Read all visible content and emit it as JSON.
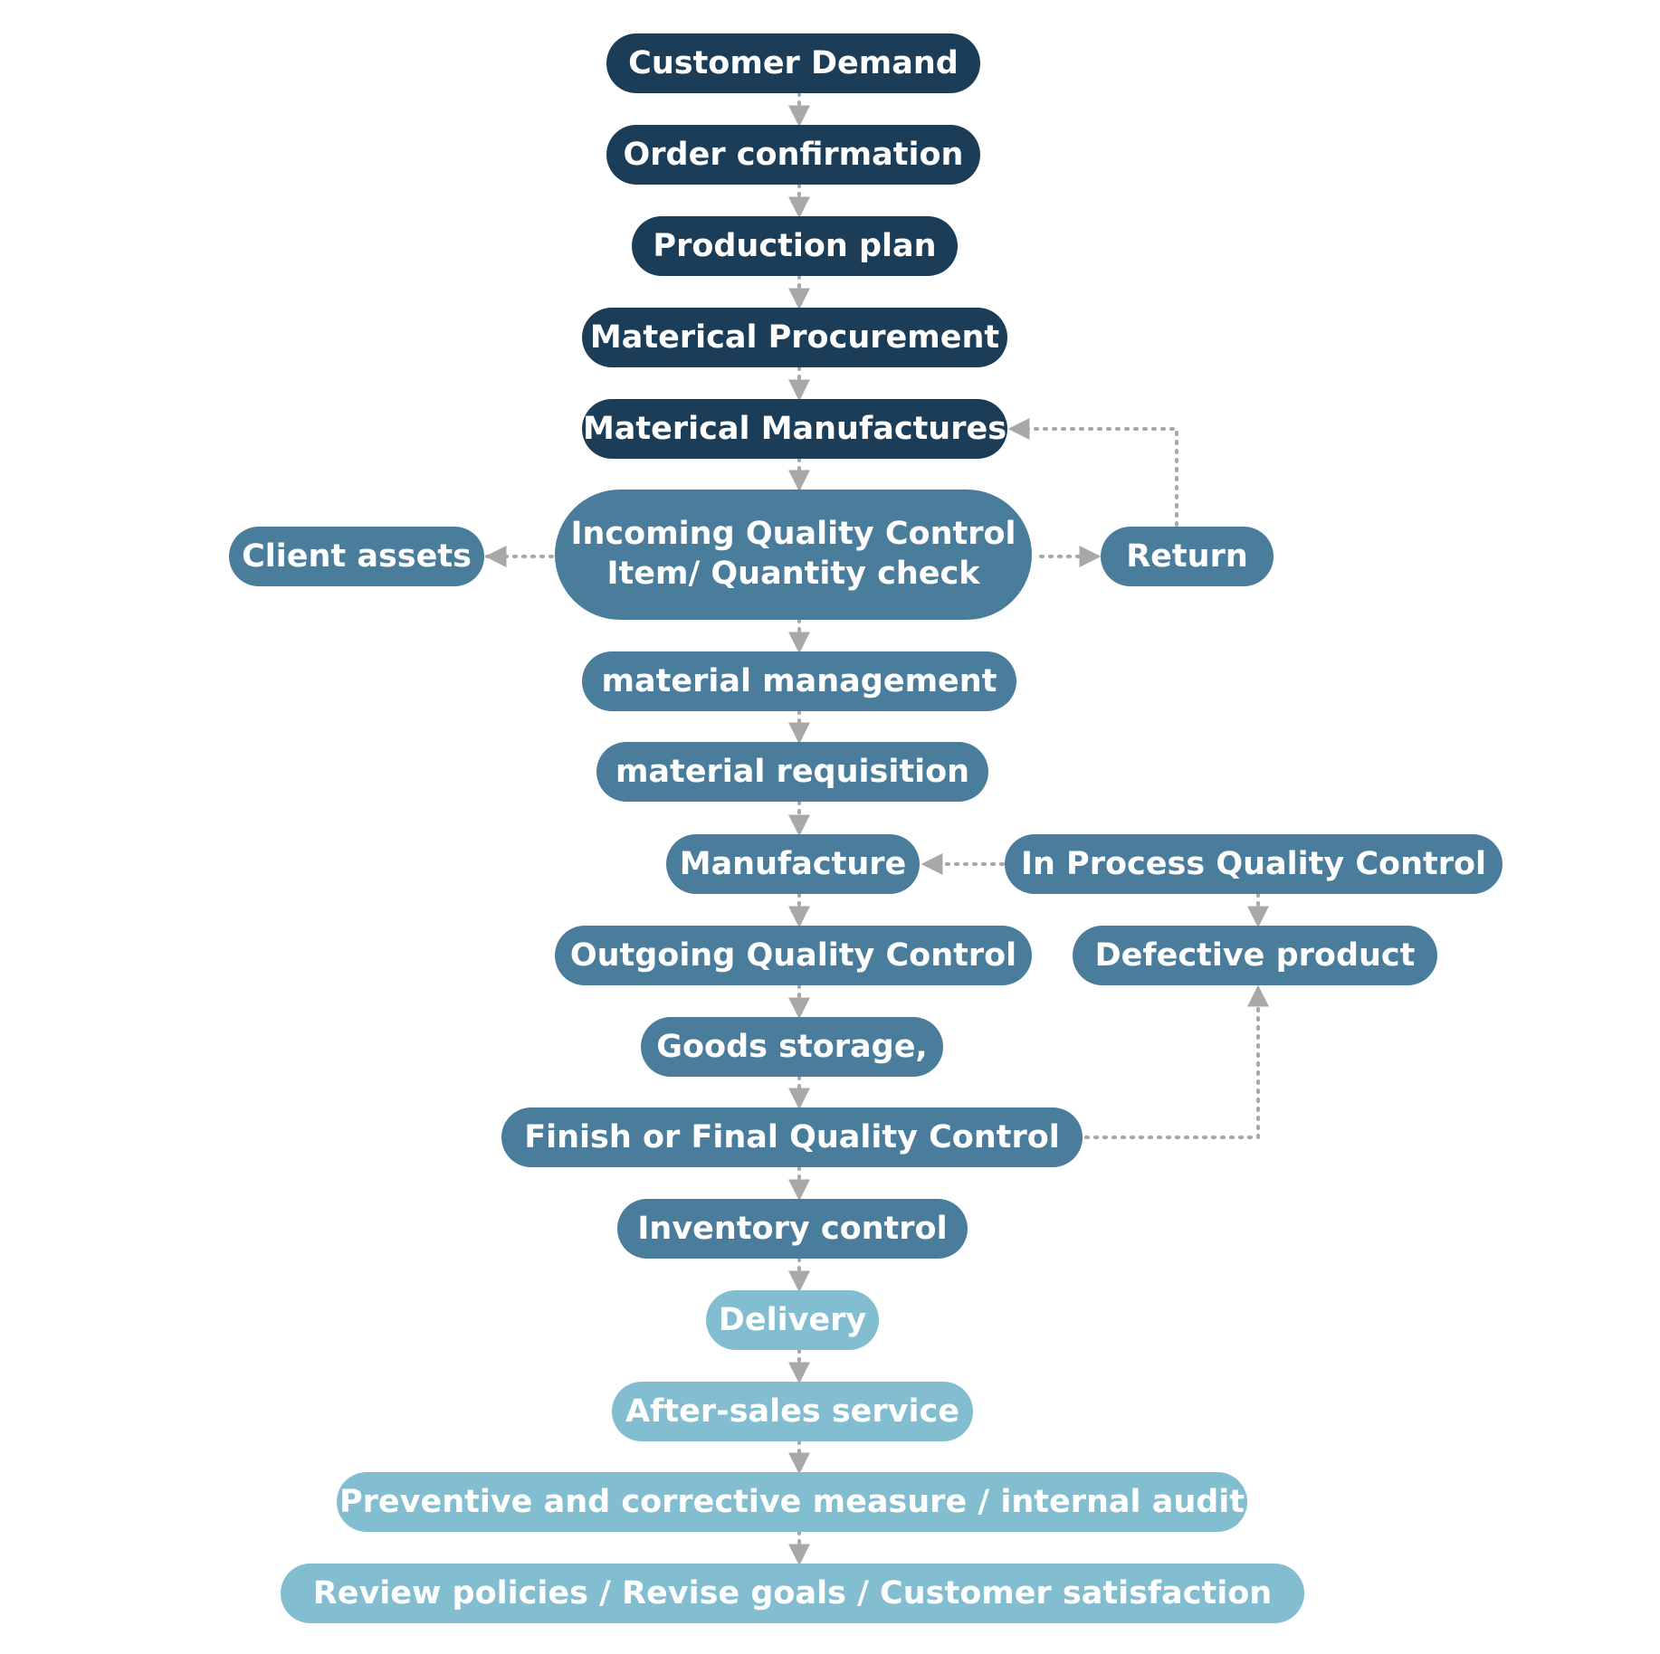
{
  "diagram": {
    "colors": {
      "dark": "#1b3d58",
      "mid": "#4a7c9c",
      "light": "#83bdd0",
      "connector": "#a8a8a8",
      "text": "#ffffff"
    },
    "nodes": {
      "customer_demand": "Customer Demand",
      "order_confirmation": "Order confirmation",
      "production_plan": "Production plan",
      "material_procurement": "Materical Procurement",
      "material_manufactures": "Materical Manufactures",
      "incoming_qc_line1": "Incoming Quality Control",
      "incoming_qc_line2": "Item/ Quantity check",
      "client_assets": "Client assets",
      "return": "Return",
      "material_management": "material management",
      "material_requisition": "material requisition",
      "manufacture": "Manufacture",
      "in_process_qc": "In Process Quality Control",
      "outgoing_qc": "Outgoing Quality Control",
      "defective_product": "Defective product",
      "goods_storage": "Goods storage,",
      "final_qc": "Finish or Final Quality Control",
      "inventory_control": "Inventory control",
      "delivery": "Delivery",
      "after_sales": "After-sales service",
      "preventive": "Preventive and corrective measure  / internal audit",
      "review": "Review policies / Revise goals / Customer satisfaction"
    },
    "edges": [
      [
        "customer_demand",
        "order_confirmation"
      ],
      [
        "order_confirmation",
        "production_plan"
      ],
      [
        "production_plan",
        "material_procurement"
      ],
      [
        "material_procurement",
        "material_manufactures"
      ],
      [
        "material_manufactures",
        "incoming_qc"
      ],
      [
        "incoming_qc",
        "client_assets"
      ],
      [
        "incoming_qc",
        "return"
      ],
      [
        "return",
        "material_manufactures"
      ],
      [
        "incoming_qc",
        "material_management"
      ],
      [
        "material_management",
        "material_requisition"
      ],
      [
        "material_requisition",
        "manufacture"
      ],
      [
        "in_process_qc",
        "manufacture"
      ],
      [
        "in_process_qc",
        "defective_product"
      ],
      [
        "manufacture",
        "outgoing_qc"
      ],
      [
        "outgoing_qc",
        "goods_storage"
      ],
      [
        "goods_storage",
        "final_qc"
      ],
      [
        "final_qc",
        "defective_product"
      ],
      [
        "final_qc",
        "inventory_control"
      ],
      [
        "inventory_control",
        "delivery"
      ],
      [
        "delivery",
        "after_sales"
      ],
      [
        "after_sales",
        "preventive"
      ],
      [
        "preventive",
        "review"
      ]
    ]
  }
}
